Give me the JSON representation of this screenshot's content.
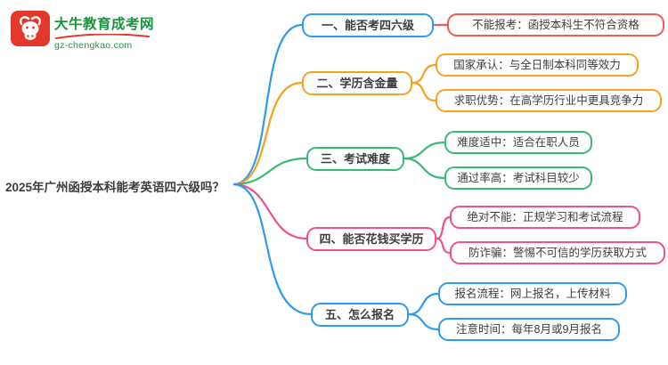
{
  "palette": {
    "blue": "#2e9bf0",
    "orange": "#f5a31f",
    "green": "#3cb878",
    "pink": "#f0508c",
    "red": "#f05a52",
    "logo_green": "#18953c",
    "logo_red": "#e2382a",
    "text": "#3d3d3d"
  },
  "site": {
    "logo_text": "大牛教育成考网",
    "logo_domain": "gz-chengkao.com",
    "logo_icon": "bull-icon"
  },
  "root": {
    "label": "2025年广州函授本科能考英语四六级吗？"
  },
  "branches": [
    {
      "label": "一、能否考四六级",
      "color": "blue",
      "children": [
        {
          "label": "不能报考：函授本科生不符合资格",
          "color": "red"
        }
      ]
    },
    {
      "label": "二、学历含金量",
      "color": "orange",
      "children": [
        {
          "label": "国家承认：与全日制本科同等效力",
          "color": "orange"
        },
        {
          "label": "求职优势：在高学历行业中更具竞争力",
          "color": "orange"
        }
      ]
    },
    {
      "label": "三、考试难度",
      "color": "green",
      "children": [
        {
          "label": "难度适中：适合在职人员",
          "color": "green"
        },
        {
          "label": "通过率高：考试科目较少",
          "color": "green"
        }
      ]
    },
    {
      "label": "四、能否花钱买学历",
      "color": "pink",
      "children": [
        {
          "label": "绝对不能：正规学习和考试流程",
          "color": "pink"
        },
        {
          "label": "防诈骗：警惕不可信的学历获取方式",
          "color": "pink"
        }
      ]
    },
    {
      "label": "五、怎么报名",
      "color": "blue",
      "children": [
        {
          "label": "报名流程：网上报名，上传材料",
          "color": "blue"
        },
        {
          "label": "注意时间：每年8月或9月报名",
          "color": "blue"
        }
      ]
    }
  ]
}
